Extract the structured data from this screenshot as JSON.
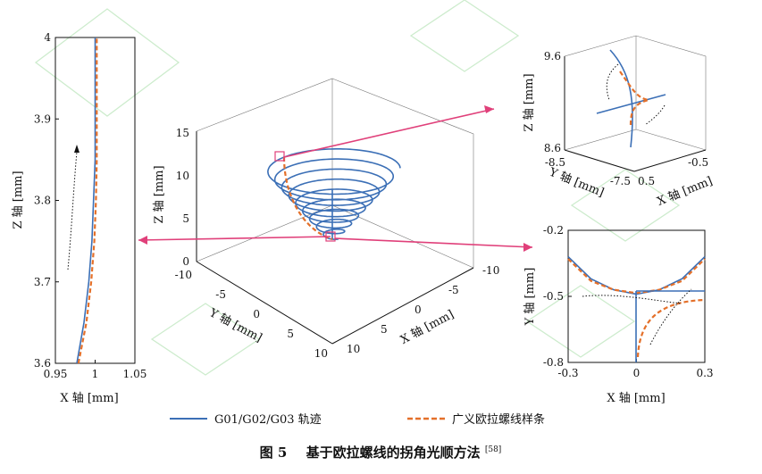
{
  "caption": {
    "figure_label": "图 5",
    "title": "基于欧拉螺线的拐角光顺方法",
    "ref": "[58]"
  },
  "legend": {
    "items": [
      {
        "label": "G01/G02/G03 轨迹",
        "color": "#3b6fb6",
        "style": "solid"
      },
      {
        "label": "广义欧拉螺线样条",
        "color": "#e4702a",
        "style": "dashed"
      }
    ]
  },
  "colors": {
    "trajectory": "#3b6fb6",
    "spline": "#e4702a",
    "pointer": "#e0407a"
  },
  "chart_data": [
    {
      "type": "line",
      "panel": "left",
      "xlabel": "X 轴 [mm]",
      "ylabel": "Z 轴 [mm]",
      "xlim": [
        0.95,
        1.05
      ],
      "ylim": [
        3.6,
        4.0
      ],
      "xticks": [
        "0.95",
        "1",
        "1.05"
      ],
      "yticks": [
        "3.6",
        "3.7",
        "3.8",
        "3.9",
        "4"
      ],
      "series": [
        {
          "style": "trajectory",
          "x": [
            0.977,
            0.986,
            0.992,
            0.996,
            0.998,
            1.0,
            1.0,
            1.0
          ],
          "y": [
            3.6,
            3.65,
            3.7,
            3.75,
            3.8,
            3.85,
            3.9,
            4.0
          ]
        },
        {
          "style": "spline",
          "x": [
            0.979,
            0.989,
            0.995,
            0.999,
            1.001,
            1.002,
            1.002,
            1.002
          ],
          "y": [
            3.6,
            3.65,
            3.7,
            3.75,
            3.8,
            3.85,
            3.9,
            4.0
          ]
        }
      ]
    },
    {
      "type": "line",
      "panel": "center-3d",
      "xlabel": "X 轴 [mm]",
      "ylabel": "Y 轴 [mm]",
      "zlabel": "Z 轴 [mm]",
      "xlim": [
        -10,
        10
      ],
      "ylim": [
        -10,
        10
      ],
      "zlim": [
        0,
        15
      ],
      "xticks": [
        "10",
        "5",
        "0",
        "-5",
        "-10"
      ],
      "yticks": [
        "-10",
        "-5",
        "0",
        "5",
        "10"
      ],
      "zticks": [
        "0",
        "5",
        "10",
        "15"
      ],
      "series": [
        {
          "style": "trajectory",
          "description": "spiral toolpath",
          "turns": 9,
          "z_range": [
            2,
            13
          ]
        },
        {
          "style": "spline",
          "description": "cornering connection line"
        }
      ]
    },
    {
      "type": "line",
      "panel": "top-right-3d",
      "xlabel": "X 轴 [mm]",
      "ylabel": "Y 轴 [mm]",
      "zlabel": "Z 轴 [mm]",
      "xlim": [
        -0.5,
        0.5
      ],
      "ylim": [
        -8.5,
        -7.5
      ],
      "zlim": [
        8.6,
        9.6
      ],
      "xticks": [
        "-0.5",
        "0.5"
      ],
      "yticks": [
        "-8.5",
        "-7.5"
      ],
      "zticks": [
        "8.6",
        "9.6"
      ]
    },
    {
      "type": "line",
      "panel": "bottom-right",
      "xlabel": "X 轴 [mm]",
      "ylabel": "Y 轴 [mm]",
      "xlim": [
        -0.3,
        0.3
      ],
      "ylim": [
        -0.8,
        -0.2
      ],
      "xticks": [
        "-0.3",
        "0",
        "0.3"
      ],
      "yticks": [
        "-0.2",
        "-0.5",
        "-0.8"
      ],
      "series": [
        {
          "style": "trajectory",
          "x": [
            -0.3,
            -0.2,
            -0.1,
            0.0,
            0.1,
            0.2,
            0.3
          ],
          "y": [
            -0.32,
            -0.42,
            -0.47,
            -0.49,
            -0.47,
            -0.42,
            -0.32
          ]
        },
        {
          "style": "spline",
          "x": [
            -0.3,
            -0.2,
            -0.1,
            0.0,
            0.1,
            0.2,
            0.3
          ],
          "y": [
            -0.33,
            -0.43,
            -0.47,
            -0.485,
            -0.47,
            -0.43,
            -0.33
          ]
        }
      ]
    }
  ]
}
